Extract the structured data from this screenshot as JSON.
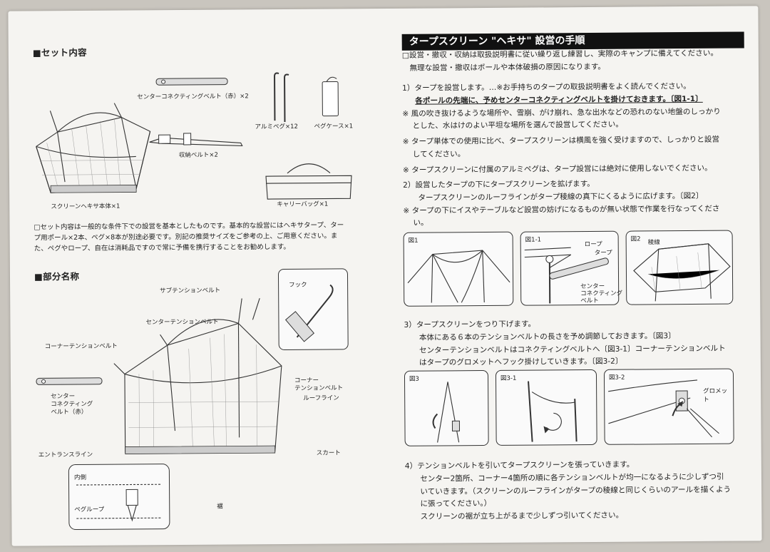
{
  "left": {
    "set_title": "■セット内容",
    "items": {
      "center_belt": "センターコネクティングベルト（赤）×2",
      "peg": "アルミペグ×12",
      "peg_case": "ペグケース×1",
      "storage_belt": "収納ベルト×2",
      "screen_body": "スクリーンヘキサ本体×1",
      "carry_bag": "キャリーバッグ×1"
    },
    "set_note": [
      "□セット内容は一般的な条件下での設営を基本としたものです。基本的な設営にはヘキサタープ、ター",
      "プ用ポール×2本、ペグ×8本が別途必要です。別記の推奨サイズをご参考の上、ご用意ください。ま",
      "た、ペグやロープ、自在は消耗品ですので常に予備を携行することをお勧めします。"
    ],
    "parts_title": "■部分名称",
    "parts": {
      "sub_tension": "サブテンションベルト",
      "hook": "フック",
      "center_tension": "センターテンションベルト",
      "corner_tension": "コーナーテンションベルト",
      "corner_tension2_l1": "コーナー",
      "corner_tension2_l2": "テンションベルト",
      "roof_line": "ルーフライン",
      "center_belt_l1": "センター",
      "center_belt_l2": "コネクティング",
      "center_belt_l3": "ベルト（赤）",
      "entrance_line": "エントランスライン",
      "skirt": "スカート",
      "inside": "内側",
      "peg_loop": "ペグループ",
      "hem": "裾"
    }
  },
  "right": {
    "title": "タープスクリーン \"ヘキサ\" 設営の手順",
    "intro": [
      "□設営・撤収・収納は取扱説明書に従い繰り返し練習し、実際のキャンプに備えてください。",
      "　無理な設営・撤収はポールや本体破損の原因になります。"
    ],
    "step1": [
      "1）タープを設営します。…※お手持ちのタープの取扱説明書をよく読んでください。",
      "各ポールの先端に、予めセンターコネクティングベルトを掛けておきます。〔図1-1〕",
      "※ 風の吹き抜けるような場所や、雪崩、がけ崩れ、急な出水などの恐れのない地盤のしっかり",
      "　 とした、水はけのよい平坦な場所を選んで設営してください。",
      "※ タープ単体での使用に比べ、タープスクリーンは横風を強く受けますので、しっかりと設営",
      "　 してください。",
      "※ タープスクリーンに付属のアルミペグは、タープ設営には絶対に使用しないでください。"
    ],
    "step2": [
      "2）設営したタープの下にタープスクリーンを拡げます。",
      "　　タープスクリーンのルーフラインがタープ稜線の真下にくるように広げます。〔図2〕",
      "※ タープの下にイスやテーブルなど設営の妨げになるものが無い状態で作業を行なってくださ",
      "　 い。"
    ],
    "fig1": {
      "label": "図1"
    },
    "fig11": {
      "label": "図1-1",
      "rope": "ロープ",
      "tarp": "タープ",
      "belt_l1": "センター",
      "belt_l2": "コネクティング",
      "belt_l3": "ベルト"
    },
    "fig2": {
      "label": "図2",
      "ridge": "稜線"
    },
    "step3": [
      "3）タープスクリーンをつり下げます。",
      "　　本体にある６本のテンションベルトの長さを予め調節しておきます。〔図3〕",
      "　　センターテンションベルトはコネクティングベルトへ〔図3-1〕コーナーテンションベルト",
      "　　はタープのグロメットへフック掛けしていきます。〔図3-2〕"
    ],
    "fig3": {
      "label": "図3"
    },
    "fig31": {
      "label": "図3-1"
    },
    "fig32": {
      "label": "図3-2",
      "grommet": "グロメット"
    },
    "step4": [
      "4）テンションベルトを引いてタープスクリーンを張っていきます。",
      "　　センター2箇所、コーナー4箇所の順に各テンションベルトが均一になるように少しずつ引",
      "　　いていきます。（スクリーンのルーフラインがタープの稜線と同じくらいのアールを描くよう",
      "　　に張ってください。）",
      "　　スクリーンの裾が立ち上がるまで少しずつ引いてください。"
    ]
  }
}
